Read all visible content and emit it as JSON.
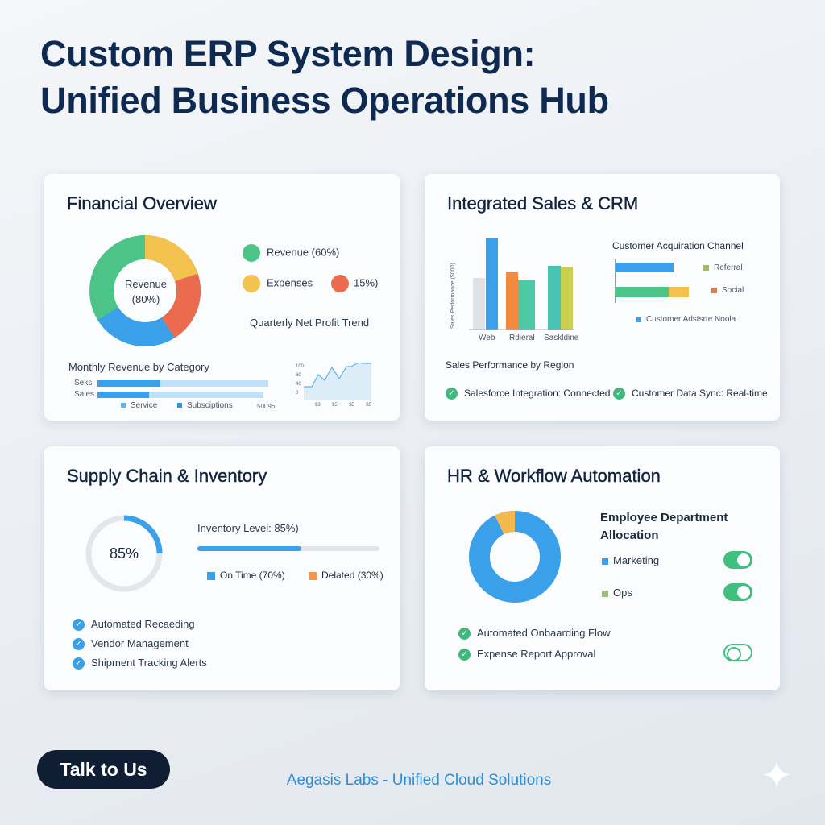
{
  "title": {
    "line1": "Custom ERP System Design:",
    "line2": "Unified Business Operations Hub"
  },
  "financial": {
    "title": "Financial Overview",
    "donut_center": "Revenue",
    "donut_center_pct": "(80%)",
    "legend": [
      "Revenue (60%)",
      "Expenses",
      "15%)"
    ],
    "profit_trend_label": "Quarterly Net Profit Trend",
    "monthly_title": "Monthly Revenue by Category",
    "bars": [
      {
        "label": "Seks",
        "value": 37
      },
      {
        "label": "Sales",
        "value": 31
      }
    ],
    "bar_legend": [
      "Service",
      "Subsciptions"
    ],
    "bar_note": "50096",
    "trend_y_ticks": [
      "100",
      "80",
      "40",
      "0"
    ],
    "trend_x_ticks": [
      "$3",
      "$5",
      "$5",
      "$5"
    ],
    "colors": {
      "green": "#4cc487",
      "yellow": "#f3c14e",
      "red": "#ea6b4e",
      "blue": "#3aa0ea"
    }
  },
  "sales": {
    "title": "Integrated Sales & CRM",
    "y_label": "Sales Performance ($000)",
    "categories": [
      "Web",
      "Rdieral",
      "Saskldine"
    ],
    "bars": [
      [
        38,
        68
      ],
      [
        43,
        37
      ],
      [
        48,
        48
      ]
    ],
    "channel_title": "Customer Acquiration Channel",
    "channel_legend": [
      "Referral",
      "Social"
    ],
    "channel_note": "Customer Adstsrte Noola",
    "region_label": "Sales Performance by Region",
    "status": [
      "Salesforce Integration: Connected",
      "Customer Data Sync: Real-time"
    ]
  },
  "supply": {
    "title": "Supply Chain & Inventory",
    "gauge": "85%",
    "gauge_value": 0.25,
    "inventory_label": "Inventory Level: 85%)",
    "inventory_fill": 0.57,
    "legend": [
      "On Time (70%)",
      "Delated (30%)"
    ],
    "checks": [
      "Automated Recaeding",
      "Vendor Management",
      "Shipment Tracking Alerts"
    ]
  },
  "hr": {
    "title": "HR & Workflow Automation",
    "alloc_title1": "Employee Department",
    "alloc_title2": "Allocation",
    "depts": [
      {
        "name": "Marketing",
        "on": true
      },
      {
        "name": "Ops",
        "on": true
      }
    ],
    "workflows": [
      {
        "name": "Automated Onbaarding Flow"
      },
      {
        "name": "Expense Report Approval",
        "on": false
      }
    ]
  },
  "cta": "Talk to Us",
  "footer": "Aegasis Labs - Unified Cloud Solutions"
}
